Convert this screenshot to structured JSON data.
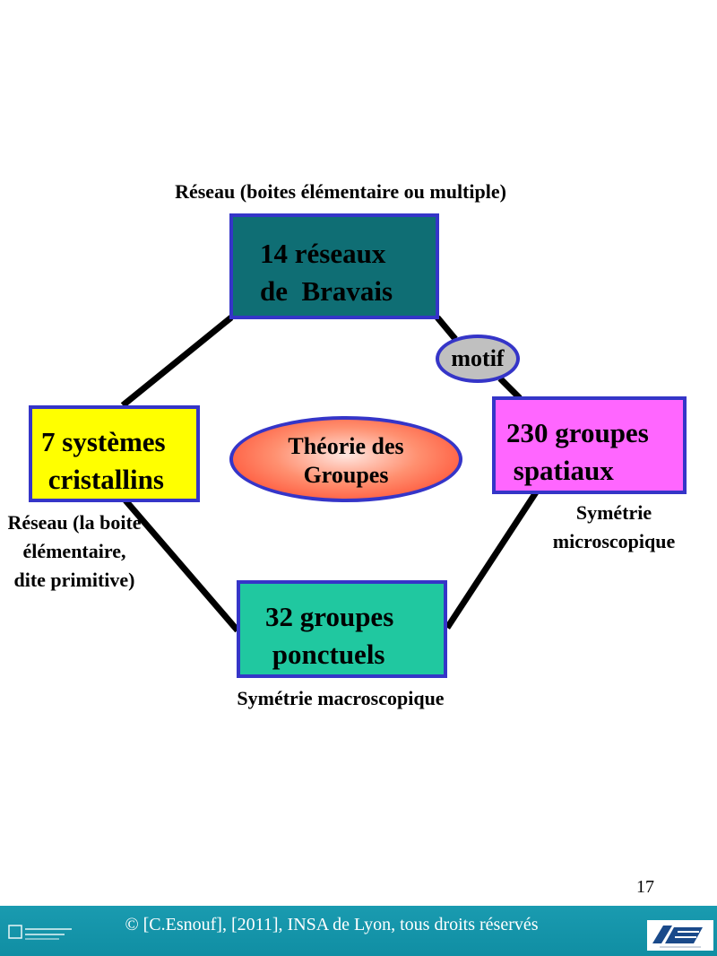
{
  "diagram": {
    "nodes": {
      "bravais": {
        "lines": [
          "14 réseaux",
          "de  Bravais"
        ],
        "color": "#0f6e74"
      },
      "systems": {
        "lines": [
          "7 systèmes",
          " cristallins"
        ],
        "color": "#ffff00"
      },
      "spatial": {
        "lines": [
          "230 groupes",
          " spatiaux"
        ],
        "color": "#ff66ff"
      },
      "ponctuel": {
        "lines": [
          "32 groupes",
          " ponctuels"
        ],
        "color": "#20c8a0"
      }
    },
    "theory": {
      "lines": [
        "Théorie des",
        "Groupes"
      ]
    },
    "motif": "motif",
    "captions": {
      "reseau_top": "Réseau (boites élémentaire ou multiple)",
      "reseau_left": "Réseau (la boite élémentaire, dite primitive)",
      "sym_micro": "Symétrie microscopique",
      "sym_macro": "Symétrie macroscopique"
    },
    "border_color": "#3535c8"
  },
  "page_number": "17",
  "footer": {
    "copyright": "© [C.Esnouf], [2011], INSA de Lyon, tous droits réservés",
    "background": "#1a9bb0",
    "logo_left": "university-of-lyon-logo",
    "logo_right": "insa-logo"
  }
}
